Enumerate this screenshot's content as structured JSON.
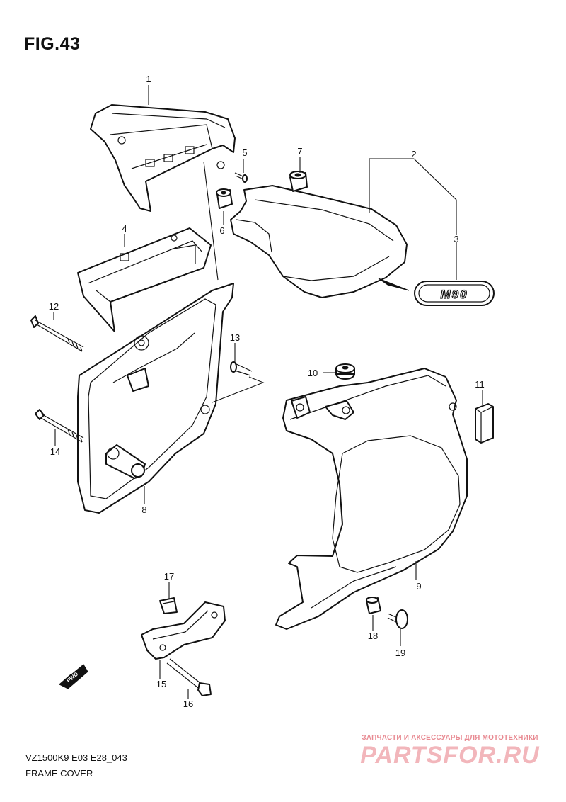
{
  "figure": {
    "title": "FIG.43",
    "model_code": "VZ1500K9 E03 E28_043",
    "section_title": "FRAME COVER"
  },
  "callouts": [
    "1",
    "2",
    "3",
    "4",
    "5",
    "6",
    "7",
    "8",
    "9",
    "10",
    "11",
    "12",
    "13",
    "14",
    "15",
    "16",
    "17",
    "18",
    "19"
  ],
  "emblem": {
    "text": "M90"
  },
  "direction_marker": {
    "text": "FWD"
  },
  "watermark": {
    "tagline": "ЗАПЧАСТИ И АКСЕССУАРЫ ДЛЯ МОТОТЕХНИКИ",
    "brand": "PARTSFOR.RU",
    "color": "#e88a92"
  }
}
